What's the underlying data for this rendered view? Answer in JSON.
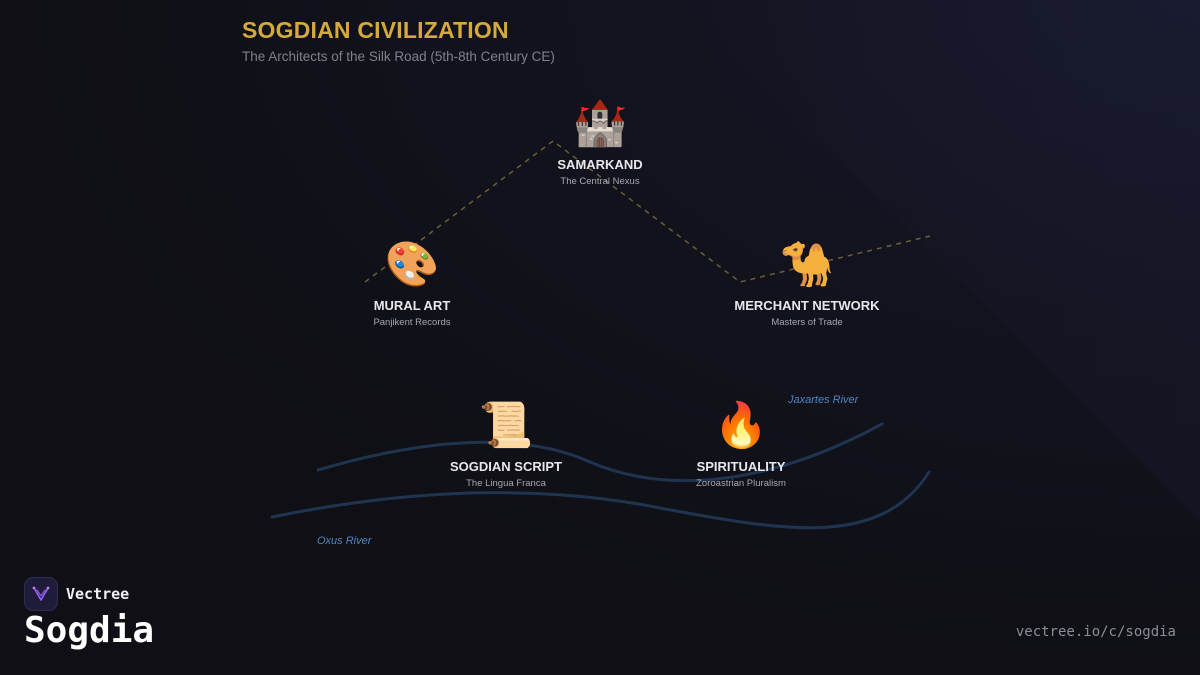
{
  "header": {
    "title": "SOGDIAN CIVILIZATION",
    "subtitle": "The Architects of the Silk Road (5th-8th Century CE)"
  },
  "nodes": [
    {
      "id": "samarkand",
      "icon": "🏰",
      "icon_name": "castle-icon",
      "label": "SAMARKAND",
      "sub": "The Central Nexus"
    },
    {
      "id": "mural-art",
      "icon": "🎨",
      "icon_name": "palette-icon",
      "label": "MURAL ART",
      "sub": "Panjikent Records"
    },
    {
      "id": "merchant-network",
      "icon": "🐪",
      "icon_name": "camel-icon",
      "label": "MERCHANT NETWORK",
      "sub": "Masters of Trade"
    },
    {
      "id": "sogdian-script",
      "icon": "📜",
      "icon_name": "scroll-icon",
      "label": "SOGDIAN SCRIPT",
      "sub": "The Lingua Franca"
    },
    {
      "id": "spirituality",
      "icon": "🔥",
      "icon_name": "fire-icon",
      "label": "SPIRITUALITY",
      "sub": "Zoroastrian Pluralism"
    }
  ],
  "rivers": {
    "oxus": "Oxus River",
    "jaxartes": "Jaxartes River"
  },
  "brand": {
    "name": "Vectree",
    "course": "Sogdia",
    "url": "vectree.io/c/sogdia"
  },
  "colors": {
    "title": "#d4aa3e",
    "river": "#4f86c6",
    "route": "#b89a4a",
    "background": "#0f0f15"
  }
}
